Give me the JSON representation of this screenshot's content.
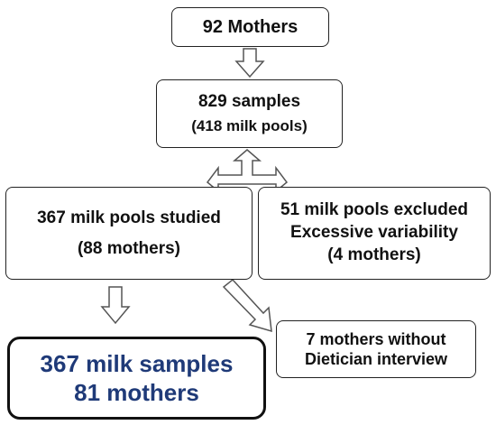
{
  "boxes": {
    "mothers": {
      "line1": "92 Mothers"
    },
    "samples": {
      "line1": "829 samples",
      "line2": "(418  milk pools)"
    },
    "studied": {
      "line1": "367 milk pools studied",
      "line2": "(88 mothers)"
    },
    "excluded": {
      "line1": "51 milk pools excluded",
      "line2": "Excessive variability",
      "line3": "(4 mothers)"
    },
    "no_interview": {
      "line1": "7 mothers without",
      "line2": "Dietician interview"
    },
    "final": {
      "line1": "367 milk samples",
      "line2": "81 mothers"
    }
  },
  "colors": {
    "final_text": "#1f3a78",
    "border": "#222222"
  }
}
